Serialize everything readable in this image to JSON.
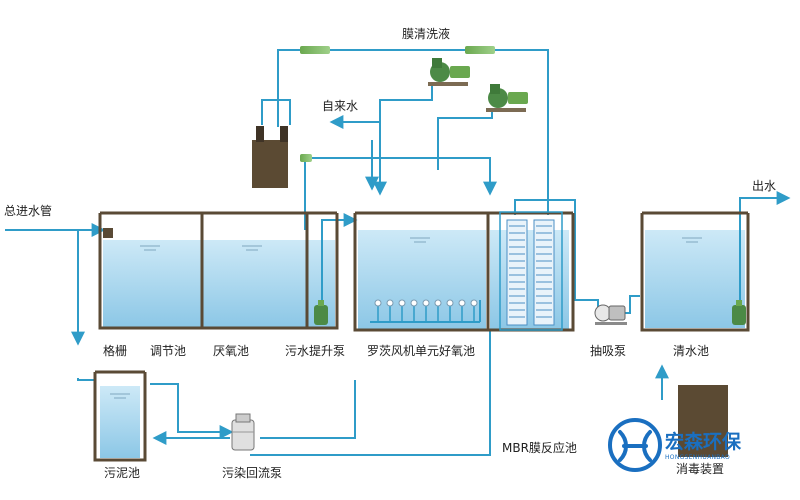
{
  "labels": {
    "inlet": "总进水管",
    "membrane_cleaning": "膜清洗液",
    "tap_water": "自来水",
    "outlet": "出水",
    "grille": "格栅",
    "regulating_tank": "调节池",
    "anoxic_tank": "厌氧池",
    "lift_pump": "污水提升泵",
    "aerobic_tank": "罗茨风机单元好氧池",
    "suction_pump": "抽吸泵",
    "clear_water_tank": "清水池",
    "sludge_tank": "污泥池",
    "return_pump": "污染回流泵",
    "mbr_tank": "MBR膜反应池",
    "disinfection": "消毒装置"
  },
  "brand": {
    "name": "宏森环保",
    "pinyin": "HONGSENHUANBAO"
  },
  "colors": {
    "pipe": "#2f9cc8",
    "water_top": "#cde9f7",
    "water_bottom": "#8cc7e6",
    "tank_wall": "#5a4a35",
    "pump": "#4c8a46",
    "device": "#5b4a33",
    "brand": "#1a6fc0"
  }
}
